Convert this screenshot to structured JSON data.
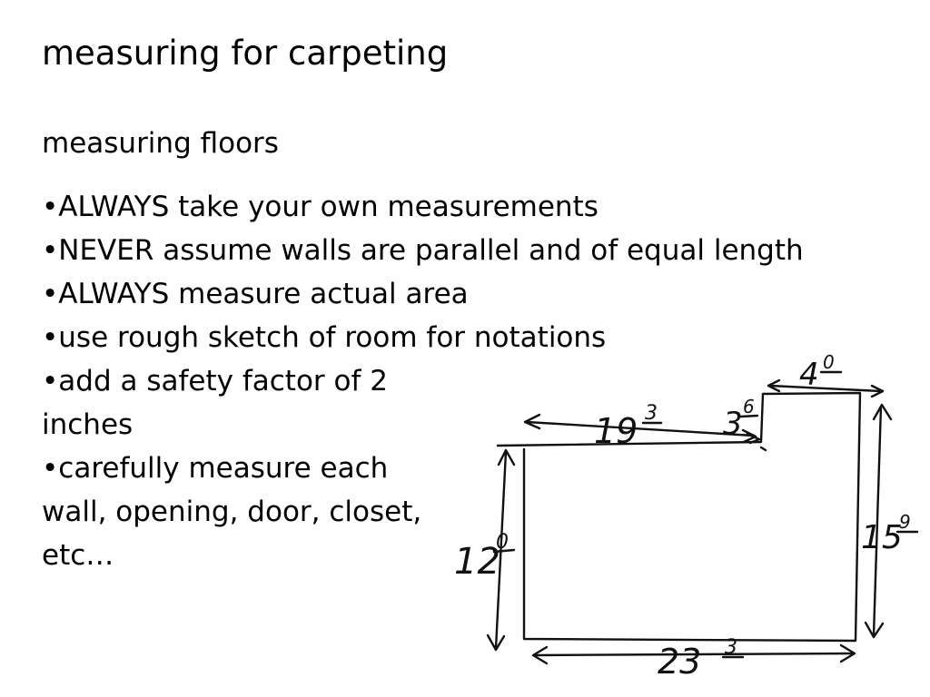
{
  "slide": {
    "title": "measuring for carpeting",
    "subtitle": "measuring floors",
    "bullets": [
      "•ALWAYS take your own measurements",
      "•NEVER assume walls are parallel and of equal length",
      "•ALWAYS measure actual area",
      "•use rough sketch of room for notations",
      "•add a safety factor of 2 inches",
      "•carefully measure each wall, opening, door, closet, etc…"
    ]
  },
  "sketch": {
    "dimensions": {
      "top_long": "19",
      "top_long_sup": "3",
      "step": "3",
      "step_sup": "6",
      "top_short": "4",
      "top_short_sup": "0",
      "left": "12",
      "left_sup": "0",
      "right": "15",
      "right_sup": "9",
      "bottom": "23",
      "bottom_sup": "3"
    }
  }
}
